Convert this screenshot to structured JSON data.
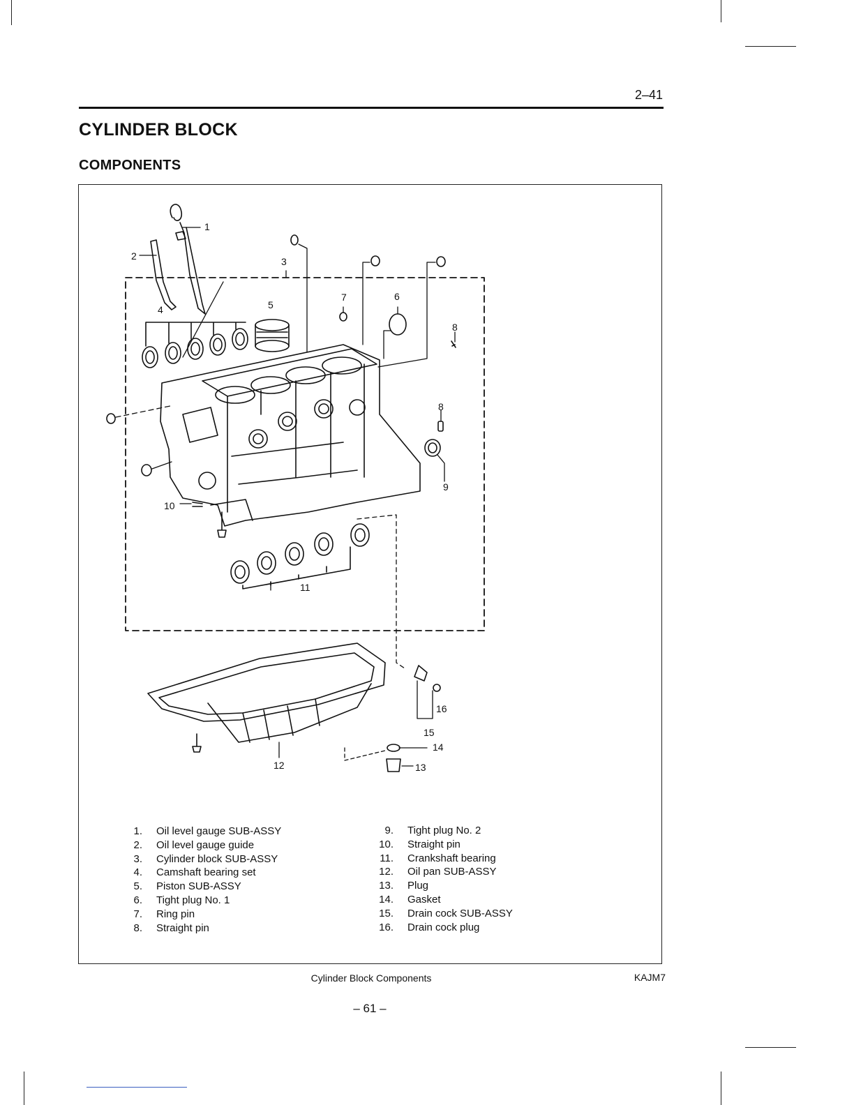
{
  "header": {
    "page_number": "2–41",
    "title": "CYLINDER BLOCK",
    "subtitle": "COMPONENTS"
  },
  "callouts": [
    "1",
    "2",
    "3",
    "4",
    "5",
    "6",
    "7",
    "8",
    "8",
    "9",
    "10",
    "11",
    "12",
    "13",
    "14",
    "15",
    "16"
  ],
  "legend": {
    "left": [
      {
        "num": "1.",
        "label": "Oil level gauge SUB-ASSY"
      },
      {
        "num": "2.",
        "label": "Oil level gauge guide"
      },
      {
        "num": "3.",
        "label": "Cylinder block SUB-ASSY"
      },
      {
        "num": "4.",
        "label": "Camshaft bearing set"
      },
      {
        "num": "5.",
        "label": "Piston SUB-ASSY"
      },
      {
        "num": "6.",
        "label": "Tight plug No. 1"
      },
      {
        "num": "7.",
        "label": "Ring pin"
      },
      {
        "num": "8.",
        "label": "Straight pin"
      }
    ],
    "right": [
      {
        "num": "9.",
        "label": "Tight plug No. 2"
      },
      {
        "num": "10.",
        "label": "Straight pin"
      },
      {
        "num": "11.",
        "label": "Crankshaft bearing"
      },
      {
        "num": "12.",
        "label": "Oil pan SUB-ASSY"
      },
      {
        "num": "13.",
        "label": "Plug"
      },
      {
        "num": "14.",
        "label": "Gasket"
      },
      {
        "num": "15.",
        "label": "Drain cock SUB-ASSY"
      },
      {
        "num": "16.",
        "label": "Drain cock plug"
      }
    ]
  },
  "footer": {
    "caption": "Cylinder Block Components",
    "code": "KAJM7",
    "folio": "– 61 –"
  }
}
